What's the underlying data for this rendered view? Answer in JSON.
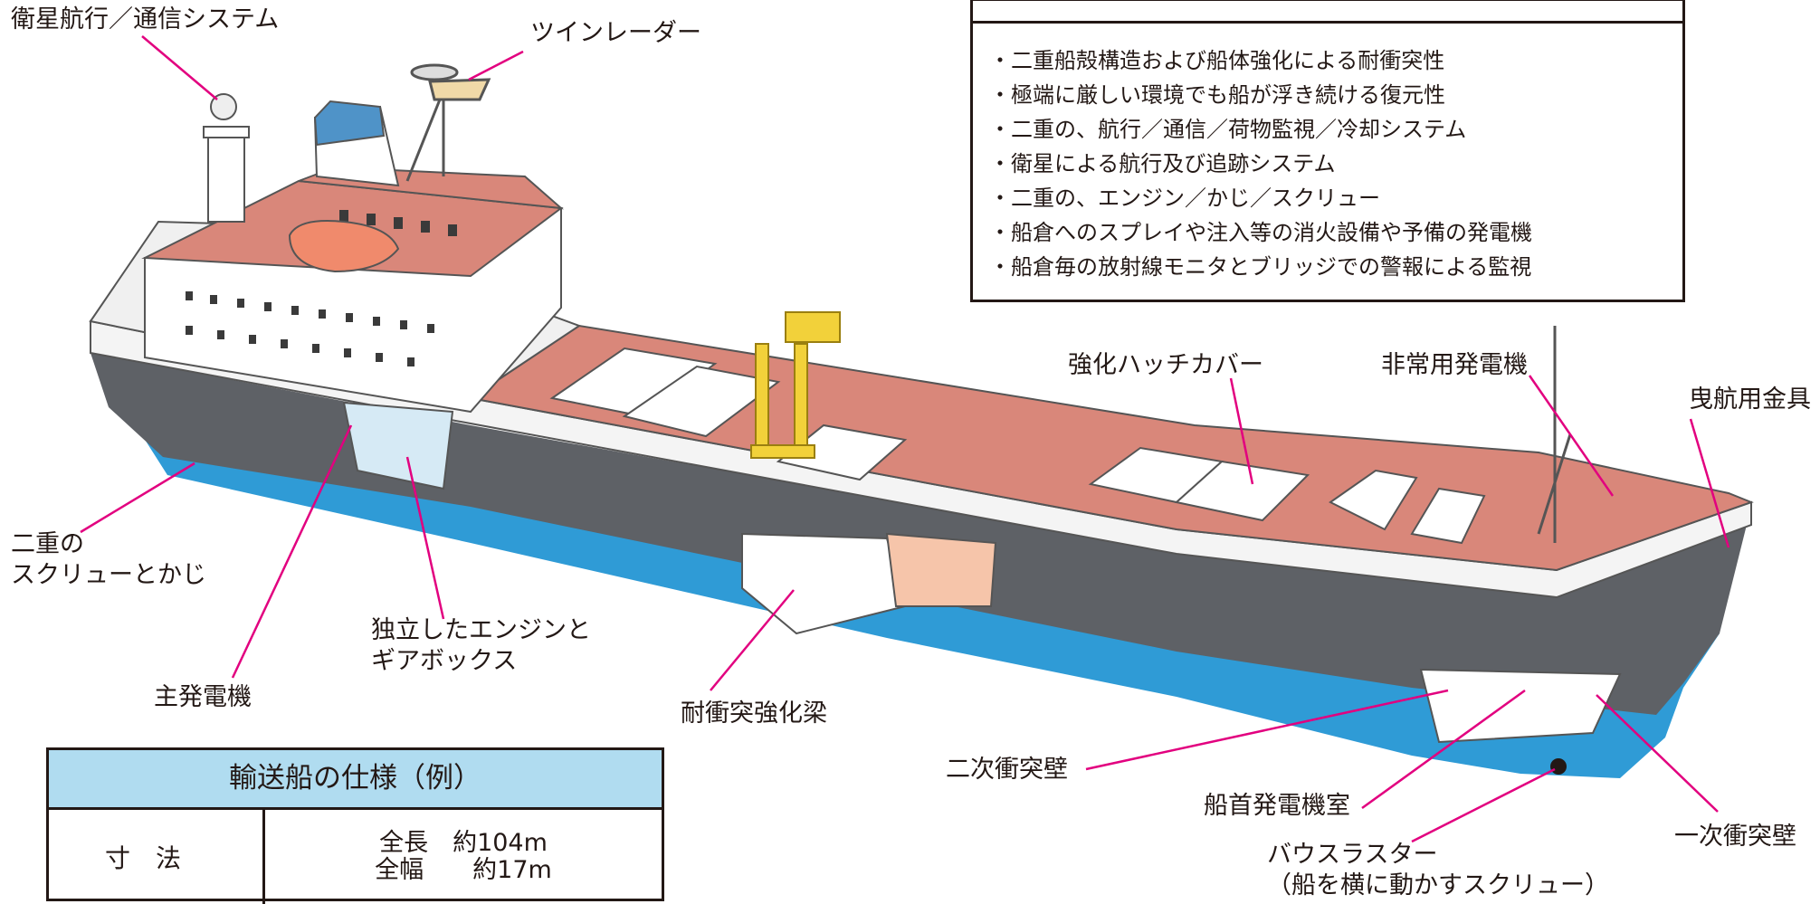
{
  "features_box": {
    "heading": "",
    "items": [
      "・二重船殻構造および船体強化による耐衝突性",
      "・極端に厳しい環境でも船が浮き続ける復元性",
      "・二重の、航行／通信／荷物監視／冷却システム",
      "・衛星による航行及び追跡システム",
      "・二重の、エンジン／かじ／スクリュー",
      "・船倉へのスプレイや注入等の消火設備や予備の発電機",
      "・船倉毎の放射線モニタとブリッジでの警報による監視"
    ]
  },
  "labels": {
    "satellite": "衛星航行／通信システム",
    "twin_radar": "ツインレーダー",
    "hatch_cover": "強化ハッチカバー",
    "emergency_generator": "非常用発電機",
    "towing_fitting": "曳航用金具",
    "double_screw": "二重の\nスクリューとかじ",
    "engine_gearbox": "独立したエンジンと\nギアボックス",
    "main_generator": "主発電機",
    "collision_beam": "耐衝突強化梁",
    "secondary_bulkhead": "二次衝突壁",
    "bow_generator_room": "船首発電機室",
    "primary_bulkhead": "一次衝突壁",
    "bow_thruster": "バウスラスター\n（船を横に動かすスクリュー）"
  },
  "spec_table": {
    "title": "輸送船の仕様（例）",
    "row_label": "寸法",
    "values": [
      "全長　約104m",
      "全幅　　約17m"
    ]
  },
  "colors": {
    "hull_dark": "#5e6166",
    "underwater": "#2f9bd6",
    "deck": "#d9877a",
    "crane": "#f2d13a",
    "leader_line": "#e2007f",
    "table_header": "#b0dcf0"
  }
}
